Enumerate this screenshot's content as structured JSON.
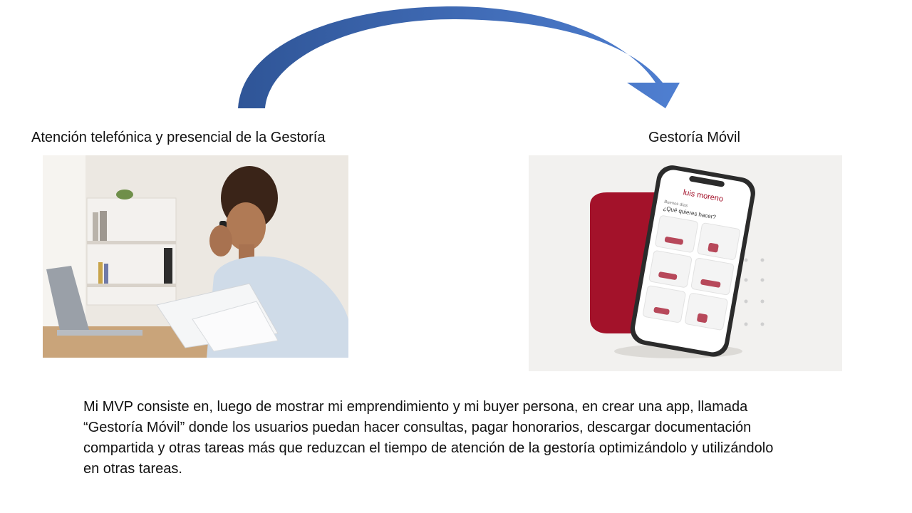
{
  "slide": {
    "left_caption": "Atención telefónica y presencial de la Gestoría",
    "right_caption": "Gestoría Móvil",
    "body_lines": [
      "Mi MVP consiste en, luego de mostrar mi emprendimiento y mi buyer persona, en crear una app, llamada",
      "“Gestoría Móvil” donde los usuarios puedan hacer consultas, pagar honorarios, descargar documentación",
      "compartida y otras tareas más que reduzcan el tiempo de atención de la gestoría optimizándolo y utilizándolo",
      "en otras tareas."
    ]
  },
  "phone_app": {
    "brand": "luis moreno",
    "greeting": "Buenos días",
    "question": "¿Qué quieres hacer?"
  },
  "colors": {
    "arrow_dark": "#2f5597",
    "arrow_light": "#4472c4",
    "brand_red": "#a3122a"
  },
  "icons": {
    "arrow": "curved-arrow-icon"
  }
}
